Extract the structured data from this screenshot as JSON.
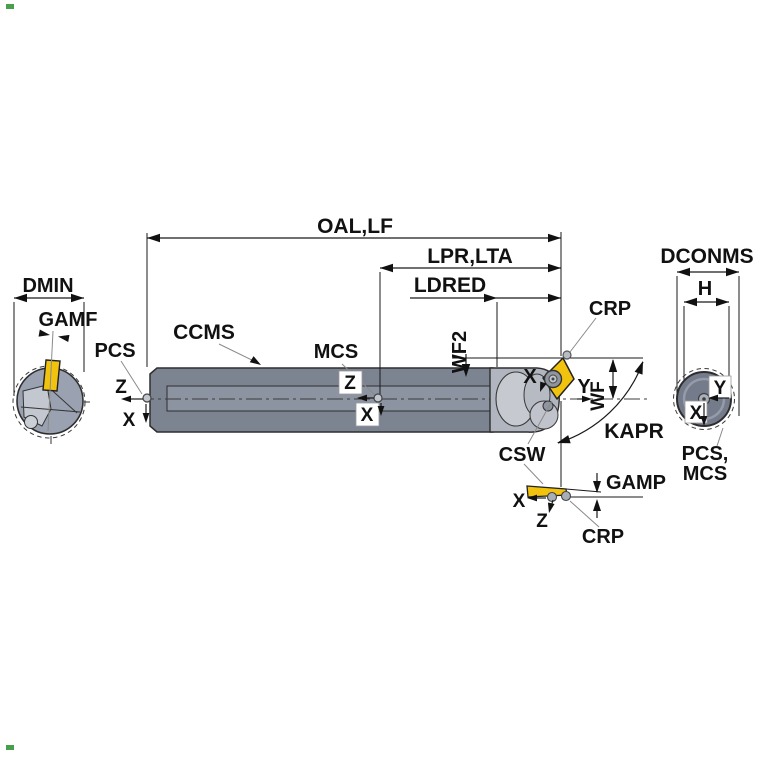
{
  "colors": {
    "background": "#FFFFFF",
    "insert_yellow": "#F2C30E",
    "shank_gray": "#7C8492",
    "head_gray": "#B0B5BF"
  },
  "left_view": {
    "dim_dmin": "DMIN",
    "dim_gamf": "GAMF"
  },
  "main_view": {
    "dim_oal_lf": "OAL,LF",
    "dim_lpr_lta": "LPR,LTA",
    "dim_ldred": "LDRED",
    "dim_wf2": "WF2",
    "dim_wf": "WF",
    "dim_kapr": "KAPR",
    "label_ccms": "CCMS",
    "label_pcs": "PCS",
    "label_mcs": "MCS",
    "label_crp": "CRP",
    "label_csw": "CSW",
    "pcs_axis_z": "Z",
    "pcs_axis_x": "X",
    "mcs_axis_z": "Z",
    "mcs_axis_x": "X",
    "tip_axis_x": "X",
    "tip_axis_y": "Y"
  },
  "detail_view": {
    "dim_gamp": "GAMP",
    "label_crp": "CRP",
    "axis_x": "X",
    "axis_z": "Z"
  },
  "right_view": {
    "dim_dconms": "DCONMS",
    "dim_h": "H",
    "axis_y": "Y",
    "axis_x": "X",
    "label_pcs_line": "PCS,",
    "label_mcs_line": "MCS"
  }
}
